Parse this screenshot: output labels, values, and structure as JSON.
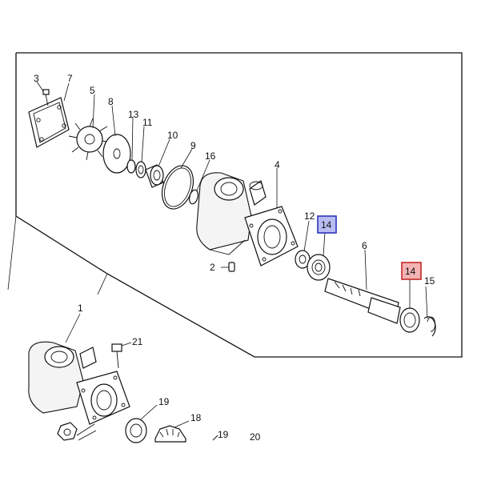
{
  "callouts": {
    "c1": "1",
    "c2": "2",
    "c3": "3",
    "c4": "4",
    "c5": "5",
    "c6": "6",
    "c7": "7",
    "c8": "8",
    "c9": "9",
    "c10": "10",
    "c11": "11",
    "c12": "12",
    "c13": "13",
    "c14a": "14",
    "c14b": "14",
    "c15": "15",
    "c16": "16",
    "c18": "18",
    "c19a": "19",
    "c19b": "19",
    "c20": "20",
    "c21": "21"
  },
  "highlights": {
    "blue": {
      "fill": "#b8bcf2",
      "stroke": "#2b35b8"
    },
    "red": {
      "fill": "#f4b3b3",
      "stroke": "#c22a2a"
    }
  }
}
